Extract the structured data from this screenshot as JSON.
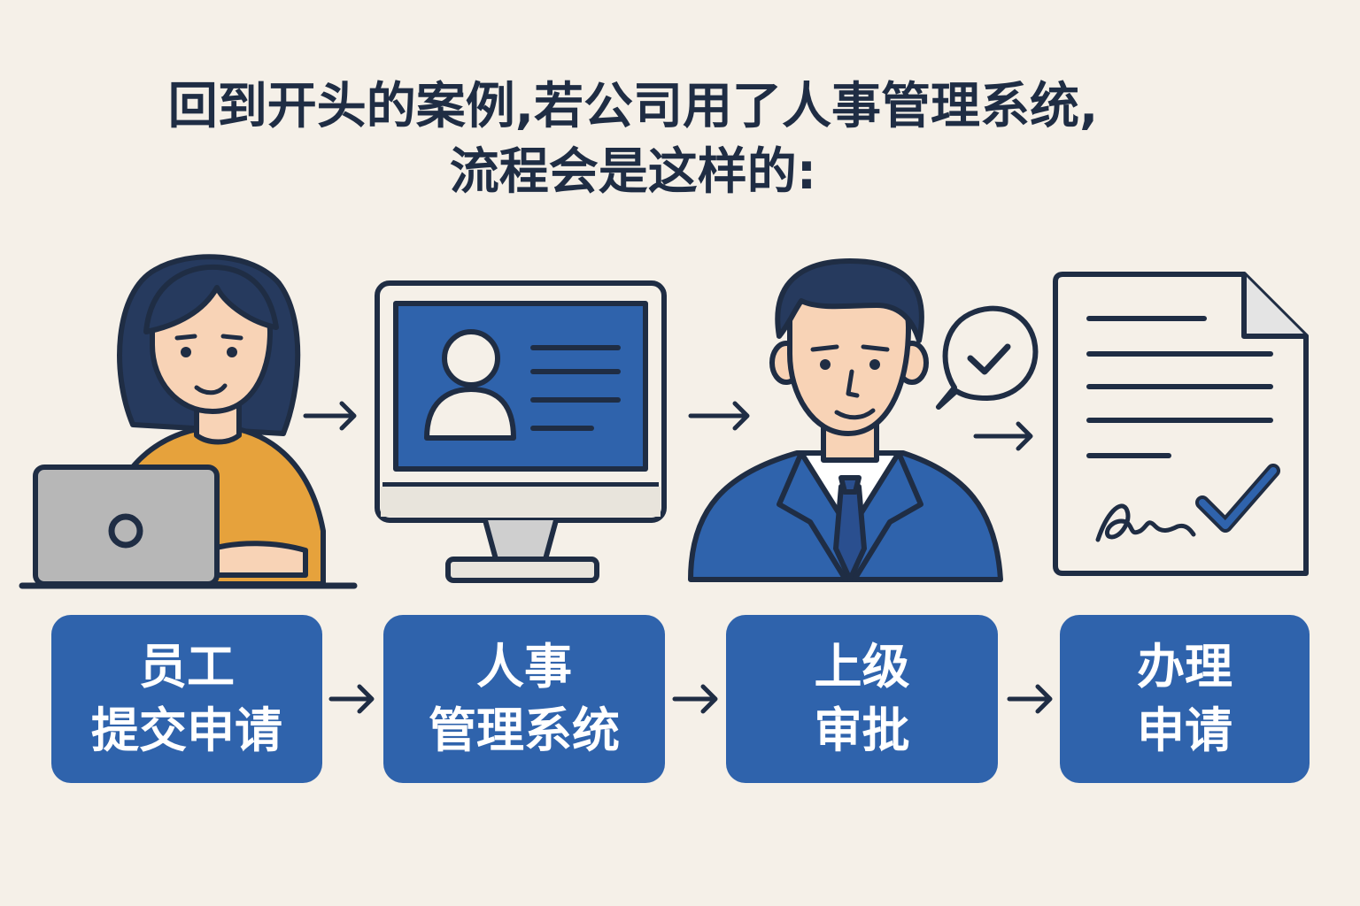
{
  "heading": {
    "line1": "回到开头的案例,若公司用了人事管理系统,",
    "line2": "流程会是这样的:"
  },
  "steps": [
    {
      "line1": "员工",
      "line2": "提交申请"
    },
    {
      "line1": "人事",
      "line2": "管理系统"
    },
    {
      "line1": "上级",
      "line2": "审批"
    },
    {
      "line1": "办理",
      "line2": "申请"
    }
  ],
  "colors": {
    "background": "#f5f0e8",
    "primary_blue": "#2f63ac",
    "outline": "#1f2d44",
    "shirt": "#e6a23c",
    "skin": "#f8d3b6",
    "laptop": "#b7b7b7"
  },
  "icons": [
    "employee-with-laptop-icon",
    "computer-monitor-profile-icon",
    "manager-icon",
    "approval-bubble-check-icon",
    "signed-document-icon"
  ]
}
